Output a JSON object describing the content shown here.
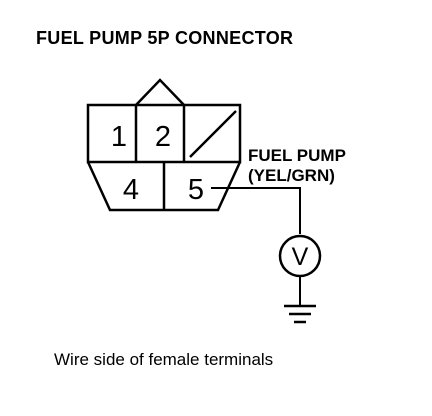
{
  "title": "FUEL PUMP 5P CONNECTOR",
  "connector": {
    "terminals": [
      "1",
      "2",
      "4",
      "5"
    ]
  },
  "wire": {
    "name": "FUEL PUMP",
    "color_code": "(YEL/GRN)"
  },
  "meter": {
    "symbol": "V"
  },
  "caption": "Wire side of female terminals"
}
